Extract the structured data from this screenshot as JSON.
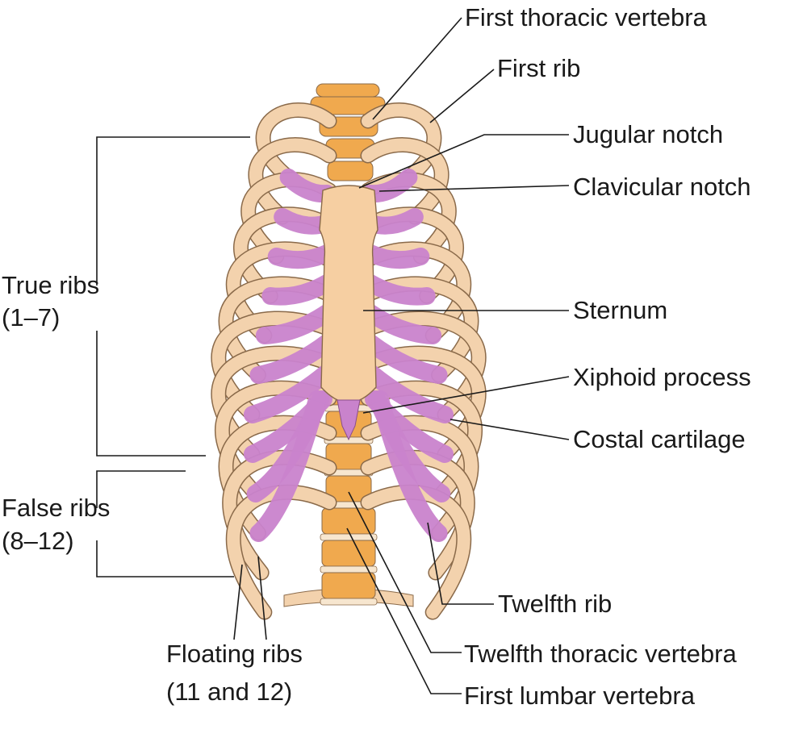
{
  "labels": {
    "first_thoracic_vertebra": "First thoracic vertebra",
    "first_rib": "First rib",
    "jugular_notch": "Jugular notch",
    "clavicular_notch": "Clavicular notch",
    "sternum": "Sternum",
    "xiphoid_process": "Xiphoid process",
    "costal_cartilage": "Costal cartilage",
    "true_ribs": "True ribs",
    "true_ribs_range": "(1–7)",
    "false_ribs": "False ribs",
    "false_ribs_range": "(8–12)",
    "floating_ribs": "Floating ribs",
    "floating_ribs_range": "(11 and 12)",
    "twelfth_rib": "Twelfth rib",
    "twelfth_thoracic_vertebra": "Twelfth thoracic vertebra",
    "first_lumbar_vertebra": "First lumbar vertebra"
  },
  "colors": {
    "bone": "#f3d2ad",
    "bone_outline": "#8a6a4a",
    "vertebra": "#f0a94e",
    "sternum": "#f6cfa2",
    "cartilage": "#c983cc",
    "leader_line": "#1a1a1a"
  }
}
